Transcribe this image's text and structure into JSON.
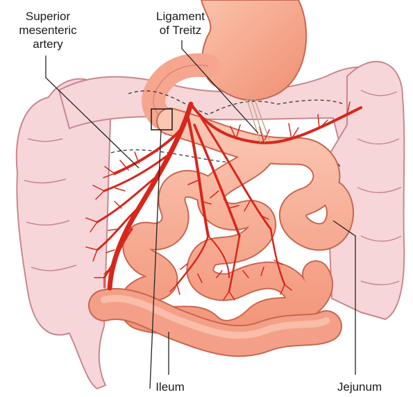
{
  "labels": {
    "superior_mesenteric_artery": [
      "Superior",
      "mesenteric",
      "artery"
    ],
    "ligament_of_treitz": [
      "Ligament",
      "of Treitz"
    ],
    "ileum": "Ileum",
    "jejunum": "Jejunum"
  },
  "colors": {
    "colon_fill": "#f6d6d8",
    "colon_stroke": "#c9878d",
    "bowel_fill": "#f6a58f",
    "bowel_light": "#fbc9b6",
    "bowel_stroke": "#c9664f",
    "artery": "#d8261b",
    "stomach": "#f5a489",
    "leader": "#222222"
  }
}
